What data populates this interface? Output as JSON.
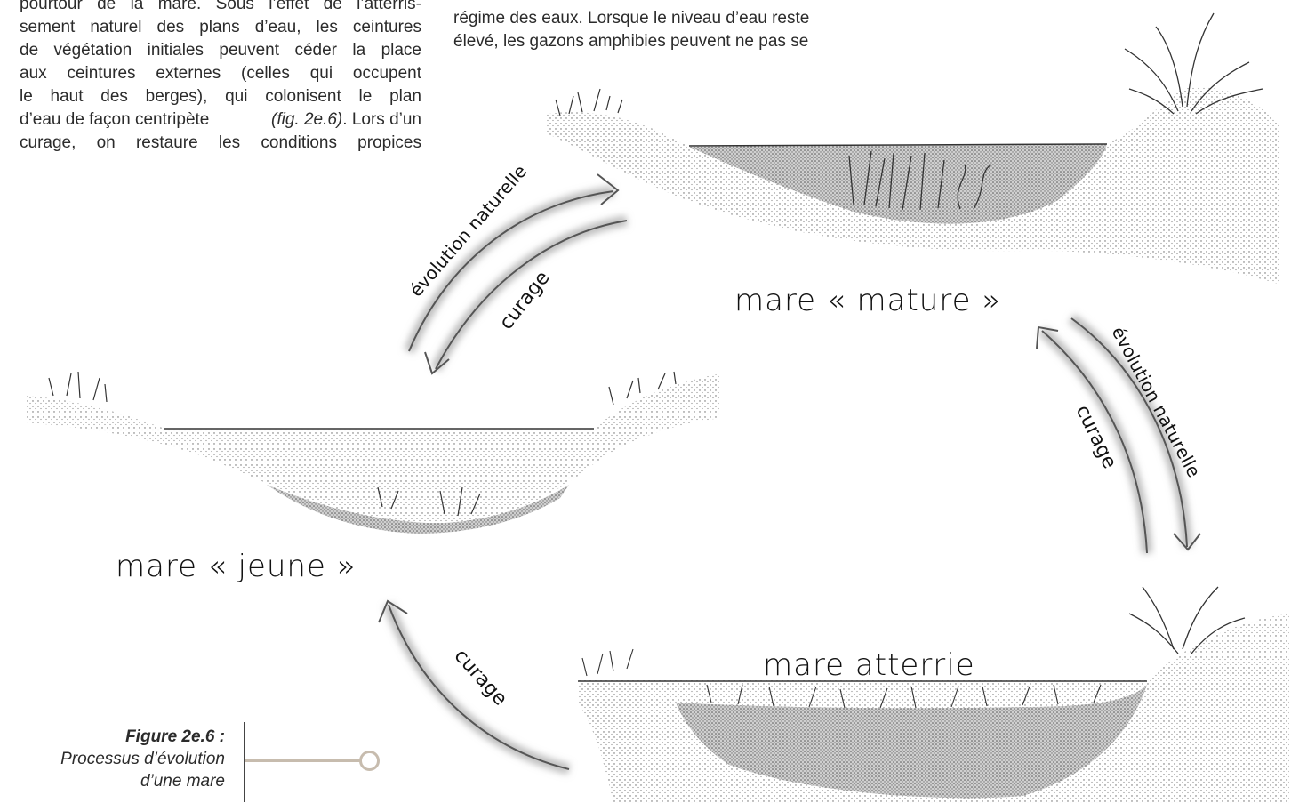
{
  "body_text": {
    "left_column": [
      "pourtour de la mare. Sous l’effet de l’atterris-",
      "sement naturel des plans d’eau, les ceintures",
      "de végétation initiales peuvent céder la place",
      "aux ceintures externes (celles qui occupent",
      "le haut des berges), qui colonisent le plan",
      "d’eau de façon centripète",
      "(fig. 2e.6)",
      ". Lors d’un",
      "curage, on restaure les conditions propices"
    ],
    "right_column": [
      "régime des eaux. Lorsque le niveau d’eau reste",
      "élevé, les gazons amphibies peuvent ne pas se"
    ]
  },
  "stages": {
    "mature": "mare « mature »",
    "jeune": "mare « jeune »",
    "atterrie": "mare atterrie"
  },
  "arrows": {
    "left_outer": "évolution naturelle",
    "left_inner": "curage",
    "right_outer": "évolution naturelle",
    "right_inner": "curage",
    "bottom": "curage"
  },
  "caption": {
    "title": "Figure 2e.6 :",
    "line1": "Processus d’évolution",
    "line2": "d’une mare"
  },
  "colors": {
    "text": "#2b2b2b",
    "connector": "#c7bcae",
    "arrow_shadow": "#bdbdbd",
    "sediment": "#9a9a9a"
  }
}
